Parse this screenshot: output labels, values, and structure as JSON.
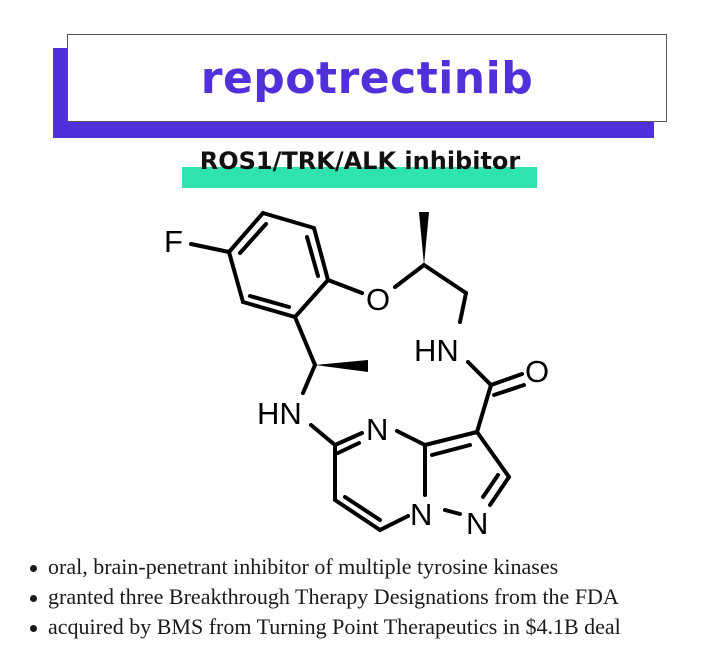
{
  "title": "repotrectinib",
  "subtitle": "ROS1/TRK/ALK inhibitor",
  "colors": {
    "title_accent": "#512fdb",
    "subtitle_highlight": "#2ee3ad",
    "title_border": "#555555",
    "text": "#1a1a1a"
  },
  "structure": {
    "name": "repotrectinib chemical structure",
    "atom_labels": {
      "fluorine": "F",
      "ether_oxygen": "O",
      "amide_nh": "HN",
      "carbonyl_oxygen": "O",
      "amine_nh": "HN",
      "pyrimidine_n": "N",
      "bridgehead_n": "N",
      "pyrazole_n": "N"
    }
  },
  "bullets": [
    "oral, brain-penetrant inhibitor of multiple tyrosine kinases",
    "granted three Breakthrough Therapy Designations from the FDA",
    "acquired by BMS from Turning Point Therapeutics in $4.1B deal"
  ]
}
